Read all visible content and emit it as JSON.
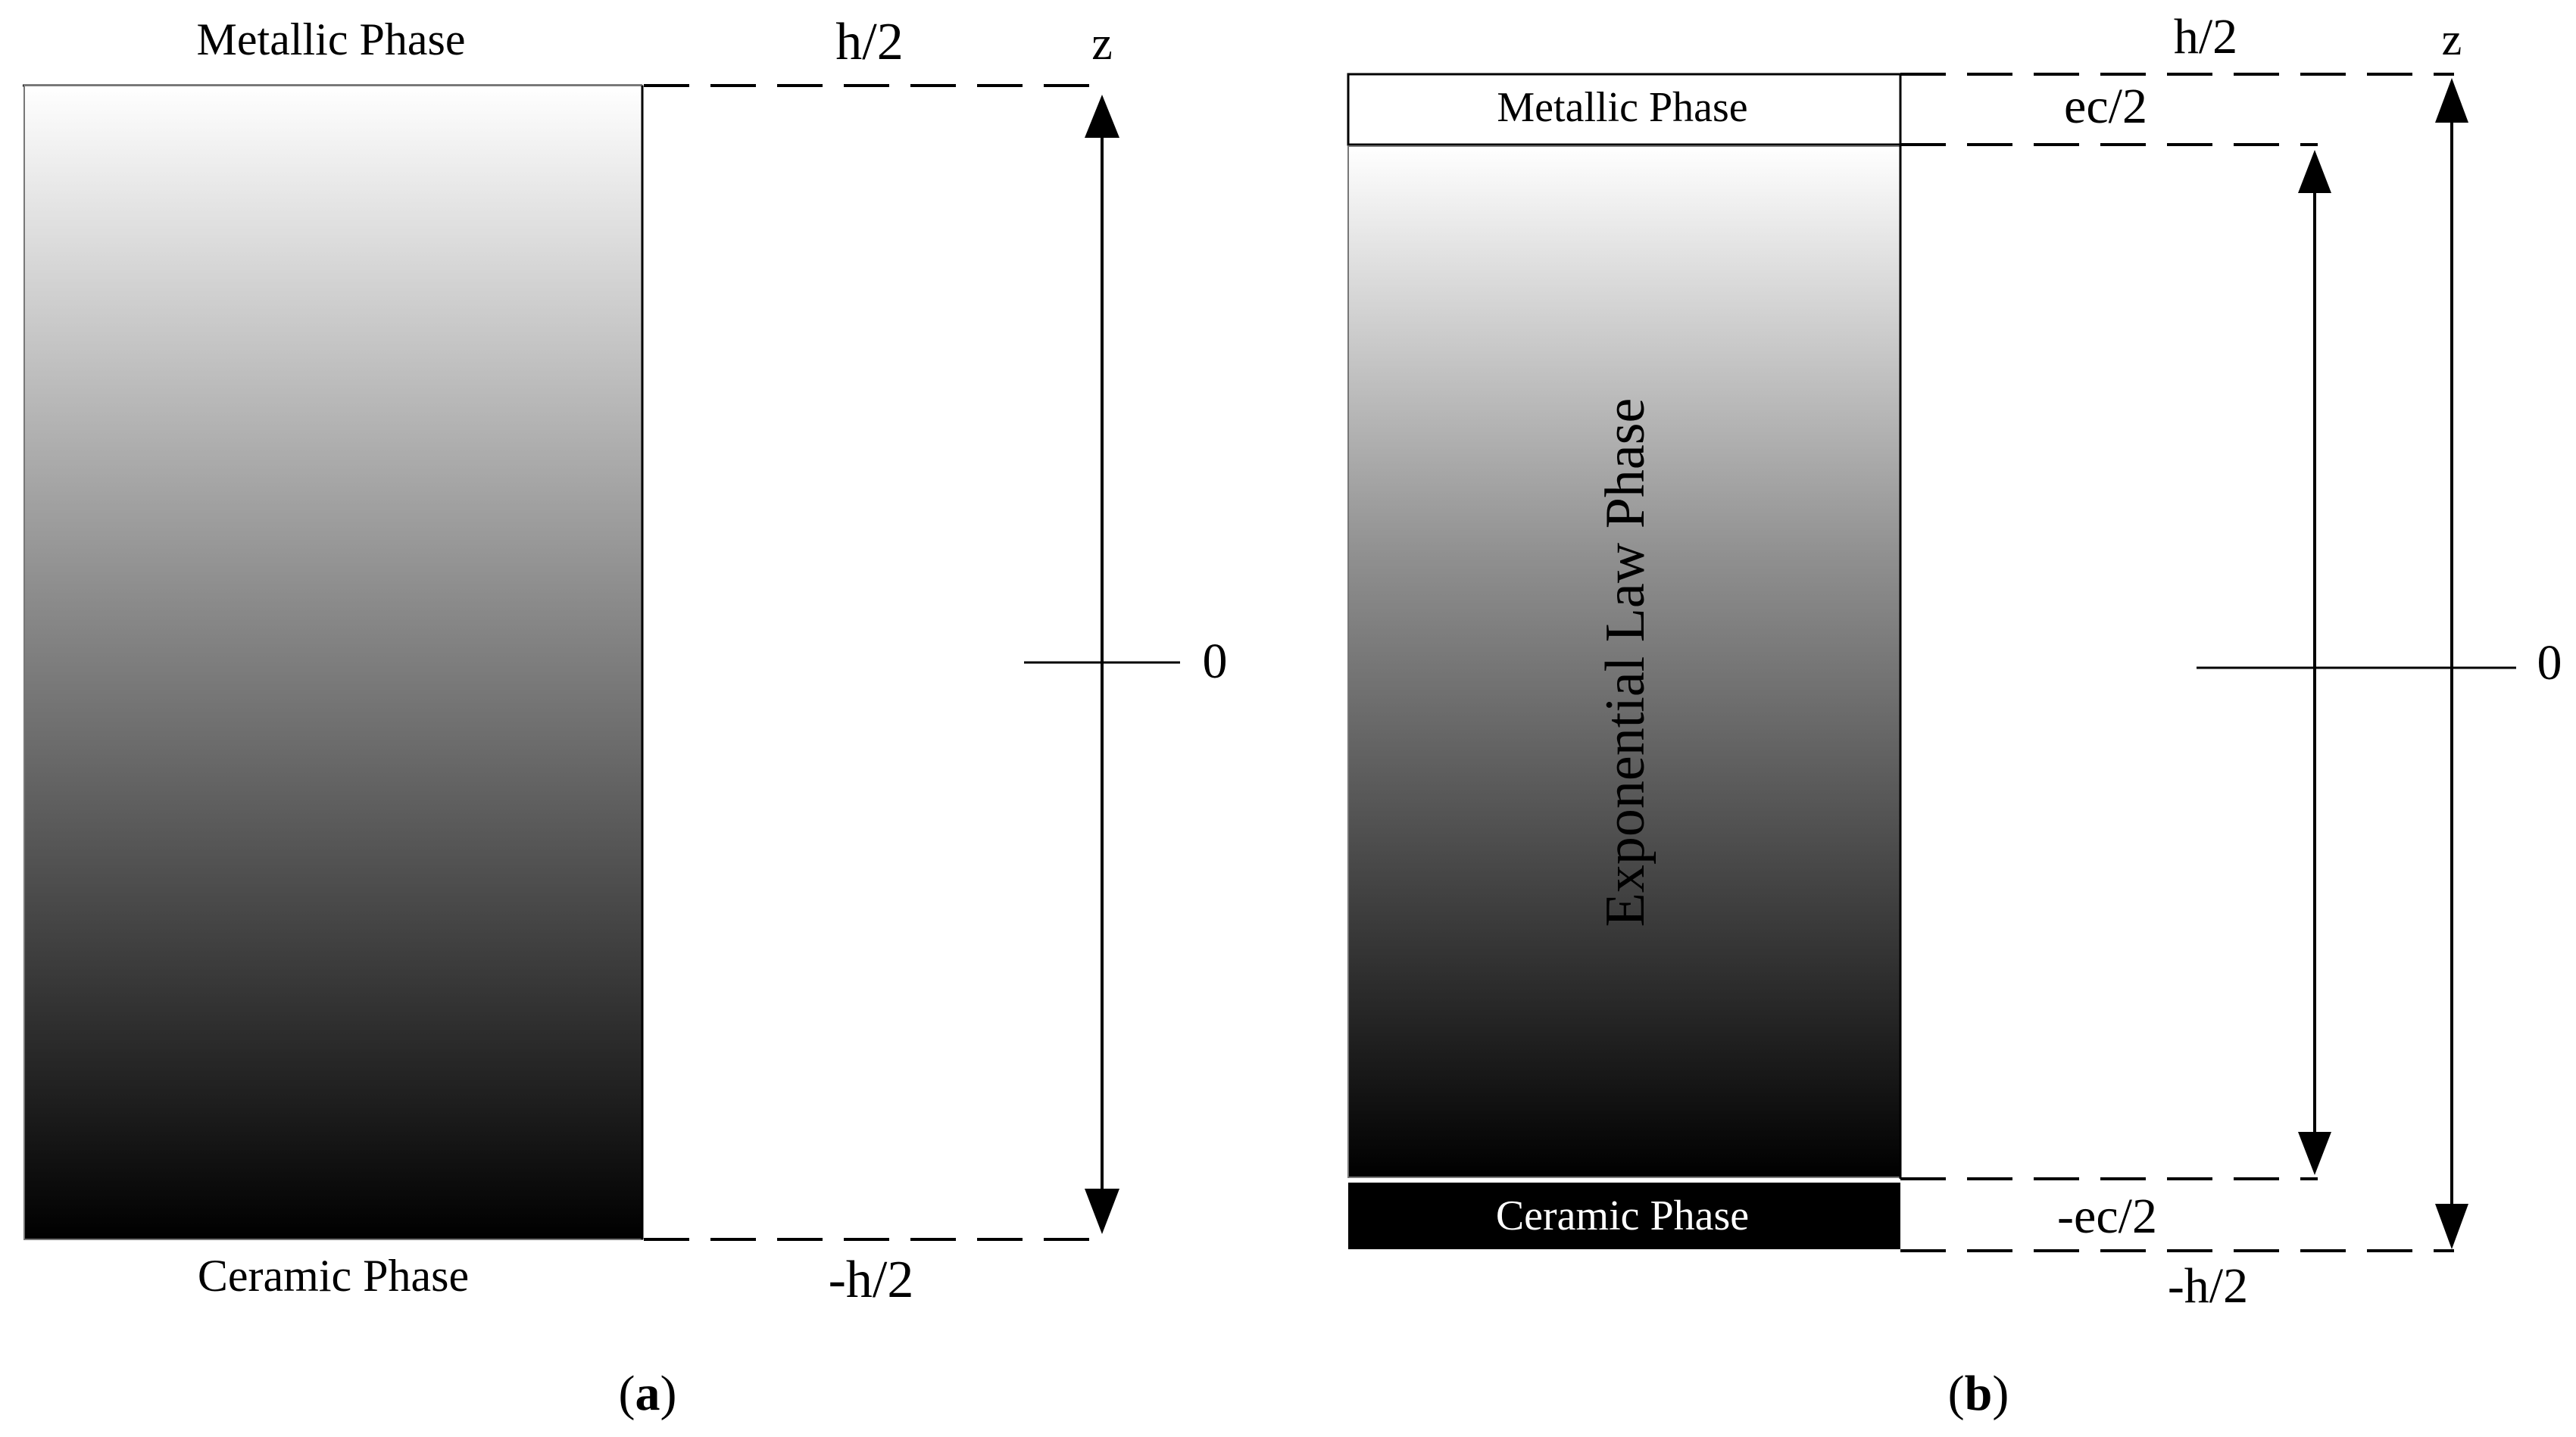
{
  "panel_a": {
    "top_label": "Metallic Phase",
    "bottom_label": "Ceramic Phase",
    "top_value": "h/2",
    "bottom_value": "-h/2",
    "axis_label": "z",
    "zero_label": "0",
    "caption_letter": "a"
  },
  "panel_b": {
    "top_layer_label": "Metallic Phase",
    "middle_layer_label": "Exponential Law Phase",
    "bottom_layer_label": "Ceramic Phase",
    "outer_top_value": "h/2",
    "inner_top_value": "ec/2",
    "inner_bottom_value": "-ec/2",
    "outer_bottom_value": "-h/2",
    "axis_label": "z",
    "zero_label": "0",
    "caption_letter": "b"
  },
  "colors": {
    "gradient_top": "#ffffff",
    "gradient_bottom": "#000000",
    "line": "#000000",
    "ceramic_band": "#000000"
  }
}
